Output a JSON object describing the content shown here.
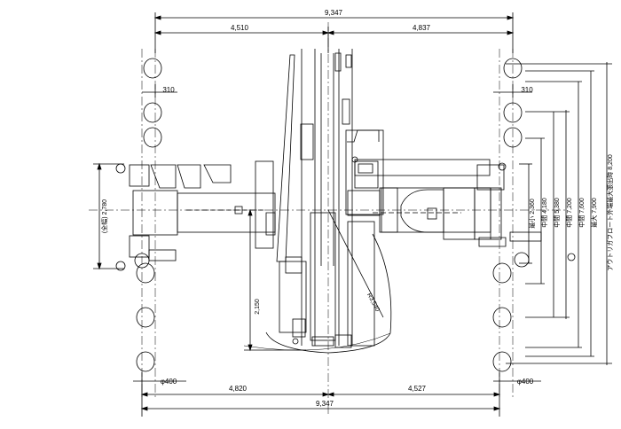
{
  "drawing": {
    "dim_total_top": "9,347",
    "dim_left_top": "4,510",
    "dim_right_top": "4,837",
    "dim_offset_left": "310",
    "dim_offset_right": "310",
    "dim_total_bottom": "9,347",
    "dim_left_bottom": "4,820",
    "dim_right_bottom": "4,527",
    "dim_pad_left": "φ400",
    "dim_pad_right": "φ400",
    "dim_width_vertical": "(全幅) 2,780",
    "dim_center_to_rear": "2,150",
    "dim_swing_radius": "R3,540",
    "outrigger_labels": [
      "最小 2,360",
      "中間 4,180",
      "中間 5,380",
      "中間 7,200",
      "中間 7,600",
      "最大 7,900",
      "アウトリガフロート外端最大張出時 8,200"
    ]
  }
}
